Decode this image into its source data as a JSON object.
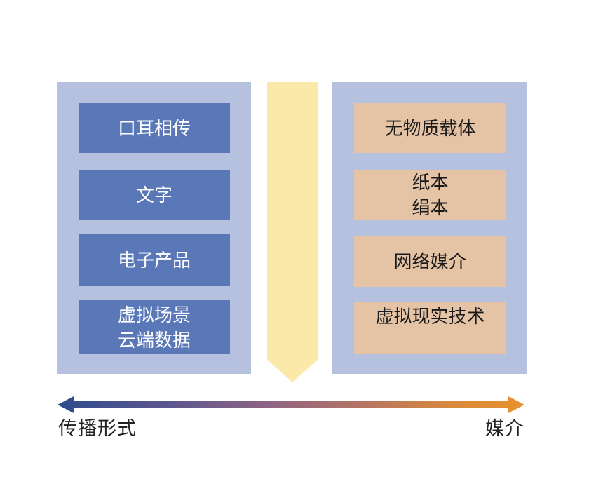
{
  "diagram": {
    "left_column": {
      "items": [
        "口耳相传",
        "文字",
        "电子产品",
        "虚拟场景\n云端数据"
      ]
    },
    "right_column": {
      "items": [
        "无物质载体",
        "纸本\n绢本",
        "网络媒介",
        "虚拟现实技术"
      ]
    },
    "axis": {
      "left_label": "传播形式",
      "right_label": "媒介"
    },
    "colors": {
      "panel_bg": "#b6c1e0",
      "left_node_bg": "#5a78b8",
      "left_node_text": "#ffffff",
      "right_node_bg": "#e5c3a5",
      "right_node_text": "#1a1a1a",
      "down_arrow": "#fae9a8",
      "axis_gradient_start": "#2e4b8d",
      "axis_gradient_end": "#e8922e"
    }
  }
}
